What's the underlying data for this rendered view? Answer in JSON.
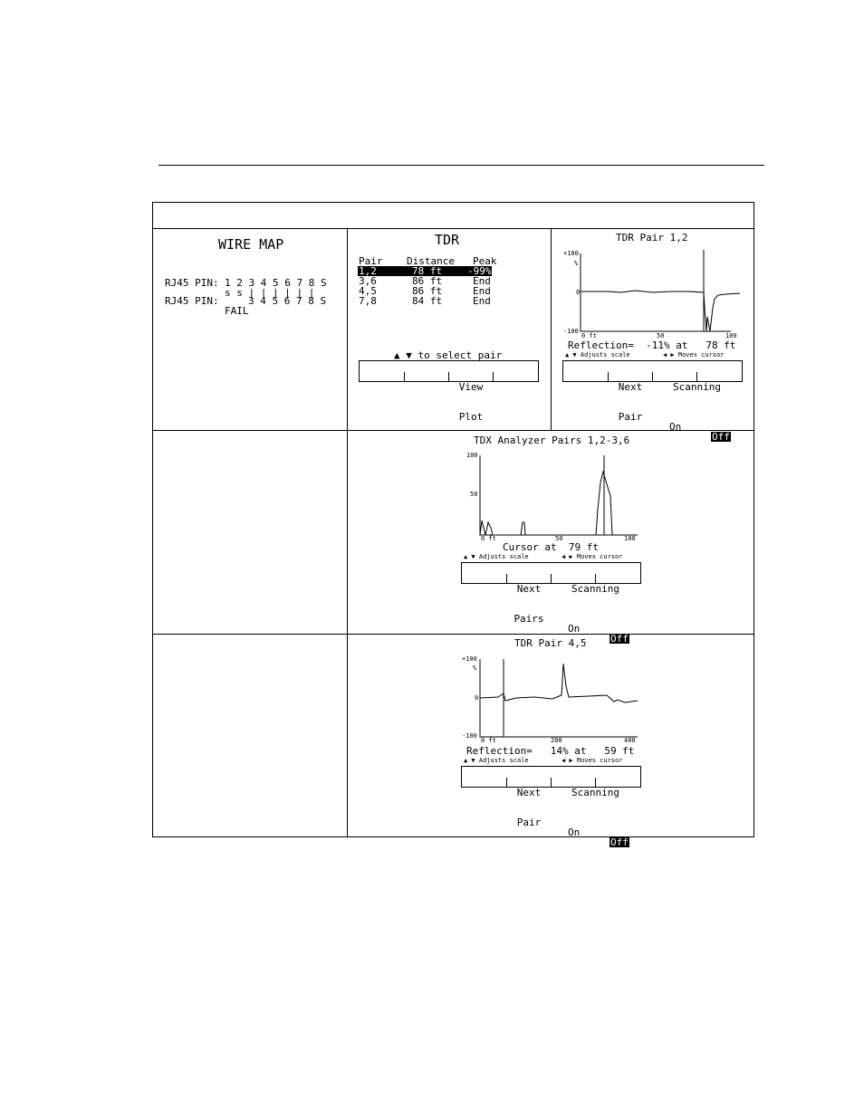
{
  "wiremap": {
    "title": "WIRE MAP",
    "row1_label": "RJ45 PIN:",
    "row1_pins": "1 2 3 4 5 6 7 8 S",
    "links": "s s | | | | | |",
    "row2_label": "RJ45 PIN:",
    "row2_pins": "3 4 5 6 7 8 S",
    "status": "FAIL"
  },
  "tdr": {
    "title": "TDR",
    "headers": {
      "pair": "Pair",
      "distance": "Distance",
      "peak": "Peak"
    },
    "rows": [
      {
        "pair": "1,2",
        "distance": "78 ft",
        "peak": "-99%"
      },
      {
        "pair": "3,6",
        "distance": "86 ft",
        "peak": "End"
      },
      {
        "pair": "4,5",
        "distance": "86 ft",
        "peak": "End"
      },
      {
        "pair": "7,8",
        "distance": "84 ft",
        "peak": "End"
      }
    ],
    "hint": "▲ ▼ to select pair",
    "view_top": "View",
    "view_bottom": "Plot"
  },
  "plot1": {
    "title": "TDR Pair 1,2",
    "y_ticks": [
      "+100",
      "%",
      "0",
      "-100"
    ],
    "x_ticks": [
      "0 ft",
      "50",
      "100"
    ],
    "readout": "Reflection=  -11% at   78 ft",
    "scale_hint": "▲ ▼ Adjusts scale",
    "cursor_hint": "◀ ▶ Moves cursor",
    "btn_next_top": "Next",
    "btn_next_bottom": "Pair",
    "btn_scan_top": "Scanning",
    "btn_scan_on": "On",
    "btn_scan_off": "Off"
  },
  "plot2": {
    "title": "TDX Analyzer Pairs 1,2-3,6",
    "y_ticks": [
      "100",
      "50"
    ],
    "x_ticks": [
      "0 ft",
      "50",
      "100"
    ],
    "readout": "Cursor at  79 ft",
    "scale_hint": "▲ ▼ Adjusts scale",
    "cursor_hint": "◀ ▶ Moves cursor",
    "btn_next_top": "Next",
    "btn_next_bottom": "Pairs",
    "btn_scan_top": "Scanning",
    "btn_scan_on": "On",
    "btn_scan_off": "Off"
  },
  "plot3": {
    "title": "TDR Pair 4,5",
    "y_ticks": [
      "+100",
      "%",
      "0",
      "-100"
    ],
    "x_ticks": [
      "0 ft",
      "200",
      "400"
    ],
    "readout": "Reflection=   14% at   59 ft",
    "scale_hint": "▲ ▼ Adjusts scale",
    "cursor_hint": "◀ ▶ Moves cursor",
    "btn_next_top": "Next",
    "btn_next_bottom": "Pair",
    "btn_scan_top": "Scanning",
    "btn_scan_on": "On",
    "btn_scan_off": "Off"
  }
}
